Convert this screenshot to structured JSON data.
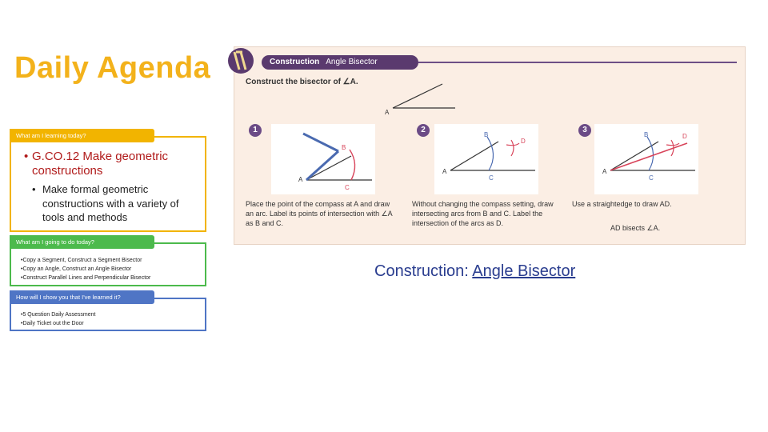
{
  "title": "Daily Agenda",
  "colors": {
    "title": "#f3b21b",
    "learning": "#f2b400",
    "doing": "#4cba4c",
    "showing": "#4f75c5",
    "standard": "#b01a1a"
  },
  "learning": {
    "tab": "What am I learning today?",
    "main_bullet": "•",
    "main": "G.CO.12 Make geometric constructions",
    "sub_bullet": "•",
    "sub": "Make formal geometric constructions with a variety of tools and methods"
  },
  "doing": {
    "tab": "What am I going to do today?",
    "items": [
      "•Copy a Segment, Construct a Segment Bisector",
      "•Copy an Angle, Construct an Angle Bisector",
      "•Construct Parallel Lines and Perpendicular Bisector"
    ]
  },
  "showing": {
    "tab": "How will I show you that I've learned it?",
    "items": [
      "•5 Question Daily Assessment",
      "•Daily Ticket out the Door"
    ]
  },
  "figure": {
    "header": "Construction",
    "header_sub": "Angle Bisector",
    "prompt": "Construct the bisector of ∠A.",
    "steps": [
      {
        "num": "1",
        "text": "Place the point of the compass at A and draw an arc. Label its points of intersection with ∠A as B and C."
      },
      {
        "num": "2",
        "text": "Without changing the compass setting, draw intersecting arcs from B and C. Label the intersection of the arcs as D."
      },
      {
        "num": "3",
        "text": "Use a straightedge to draw AD.",
        "note": "AD bisects ∠A."
      }
    ],
    "labels": {
      "a": "A",
      "b": "B",
      "c": "C",
      "d": "D"
    }
  },
  "caption": {
    "prefix": "Construction:",
    "link": "Angle Bisector"
  }
}
